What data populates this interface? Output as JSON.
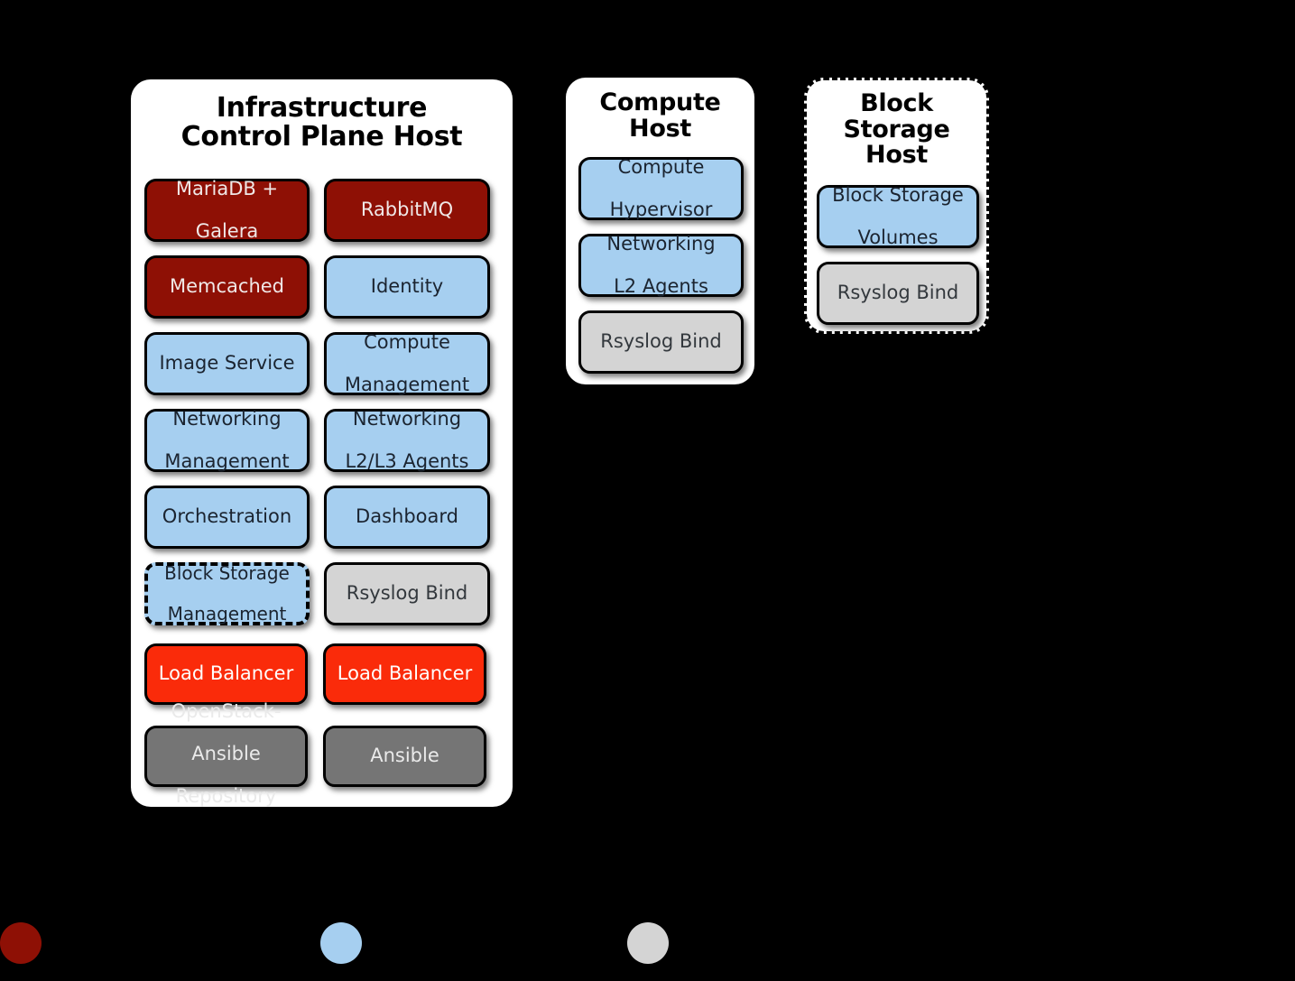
{
  "diagram": {
    "background_color": "#000000",
    "palette": {
      "database_red": "#8e1005",
      "service_blue": "#a6cff0",
      "log_gray": "#d4d4d4",
      "load_balancer_red": "#fa2b0a",
      "deploy_gray": "#757575",
      "panel_white": "#ffffff",
      "border_black": "#000000"
    }
  },
  "hosts": [
    {
      "id": "infrastructure-control-plane-host",
      "title": "Infrastructure\nControl Plane Host",
      "title_line1": "Infrastructure",
      "title_line2": "Control Plane Host",
      "border_style": "solid",
      "services": [
        {
          "label": "MariaDB +\nGalera",
          "line1": "MariaDB +",
          "line2": "Galera",
          "kind": "db",
          "border": "solid"
        },
        {
          "label": "RabbitMQ",
          "line1": "RabbitMQ",
          "line2": "",
          "kind": "db",
          "border": "solid"
        },
        {
          "label": "Memcached",
          "line1": "Memcached",
          "line2": "",
          "kind": "db",
          "border": "solid"
        },
        {
          "label": "Identity",
          "line1": "Identity",
          "line2": "",
          "kind": "service",
          "border": "solid"
        },
        {
          "label": "Image Service",
          "line1": "Image Service",
          "line2": "",
          "kind": "service",
          "border": "solid"
        },
        {
          "label": "Compute\nManagement",
          "line1": "Compute",
          "line2": "Management",
          "kind": "service",
          "border": "solid"
        },
        {
          "label": "Networking\nManagement",
          "line1": "Networking",
          "line2": "Management",
          "kind": "service",
          "border": "solid"
        },
        {
          "label": "Networking\nL2/L3 Agents",
          "line1": "Networking",
          "line2": "L2/L3 Agents",
          "kind": "service",
          "border": "solid"
        },
        {
          "label": "Orchestration",
          "line1": "Orchestration",
          "line2": "",
          "kind": "service",
          "border": "solid"
        },
        {
          "label": "Dashboard",
          "line1": "Dashboard",
          "line2": "",
          "kind": "service",
          "border": "solid"
        },
        {
          "label": "Block Storage\nManagement",
          "line1": "Block Storage",
          "line2": "Management",
          "kind": "service",
          "border": "dash-dot"
        },
        {
          "label": "Rsyslog Bind",
          "line1": "Rsyslog Bind",
          "line2": "",
          "kind": "log",
          "border": "solid"
        },
        {
          "label": "Load Balancer",
          "line1": "Load Balancer",
          "line2": "",
          "kind": "lb",
          "border": "solid"
        },
        {
          "label": "Load Balancer",
          "line1": "Load Balancer",
          "line2": "",
          "kind": "lb",
          "border": "solid"
        },
        {
          "label": "OpenStack-\nAnsible\nRepository",
          "line1": "OpenStack-",
          "line2": "Ansible",
          "line3": "Repository",
          "kind": "deploy",
          "border": "solid"
        },
        {
          "label": "Ansible",
          "line1": "Ansible",
          "line2": "",
          "kind": "deploy",
          "border": "solid"
        }
      ]
    },
    {
      "id": "compute-host",
      "title": "Compute\nHost",
      "title_line1": "Compute",
      "title_line2": "Host",
      "border_style": "solid",
      "services": [
        {
          "label": "Compute\nHypervisor",
          "line1": "Compute",
          "line2": "Hypervisor",
          "kind": "service",
          "border": "solid"
        },
        {
          "label": "Networking\nL2 Agents",
          "line1": "Networking",
          "line2": "L2 Agents",
          "kind": "service",
          "border": "solid"
        },
        {
          "label": "Rsyslog Bind",
          "line1": "Rsyslog Bind",
          "line2": "",
          "kind": "log",
          "border": "solid"
        }
      ]
    },
    {
      "id": "block-storage-host",
      "title": "Block\nStorage\nHost",
      "title_line1": "Block",
      "title_line2": "Storage",
      "title_line3": "Host",
      "border_style": "dashed",
      "services": [
        {
          "label": "Block Storage\nVolumes",
          "line1": "Block Storage",
          "line2": "Volumes",
          "kind": "service",
          "border": "solid"
        },
        {
          "label": "Rsyslog Bind",
          "line1": "Rsyslog Bind",
          "line2": "",
          "kind": "log",
          "border": "solid"
        }
      ]
    }
  ],
  "legend": [
    {
      "color": "#8e1005",
      "label": ""
    },
    {
      "color": "#a6cff0",
      "label": ""
    },
    {
      "color": "#d4d4d4",
      "label": ""
    }
  ]
}
